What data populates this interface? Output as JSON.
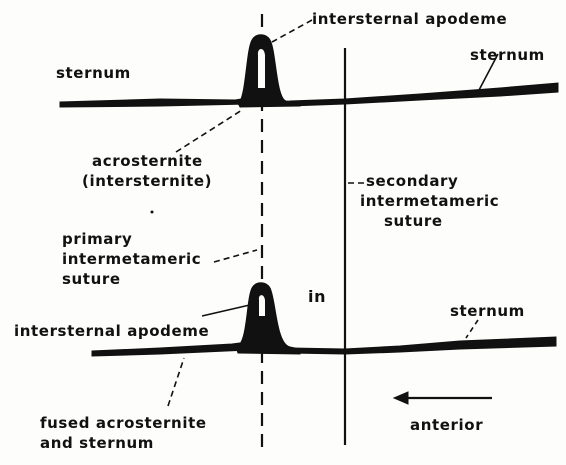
{
  "labels": {
    "interst_apodeme_top": "intersternal apodeme",
    "sternum_left_top": "sternum",
    "sternum_right_top": "sternum",
    "acrosternite": "acrosternite",
    "intersternite": "(intersternite)",
    "secondary_1": "secondary",
    "secondary_2": "intermetameric",
    "secondary_3": "suture",
    "primary_1": "primary",
    "primary_2": "intermetameric",
    "primary_3": "suture",
    "in": "in",
    "sternum_right_bottom": "sternum",
    "interst_apodeme_bottom": "intersternal apodeme",
    "fused_1": "fused acrosternite",
    "fused_2": "and sternum",
    "anterior": "anterior"
  },
  "colors": {
    "ink": "#111111",
    "paper": "#fdfdfb"
  }
}
